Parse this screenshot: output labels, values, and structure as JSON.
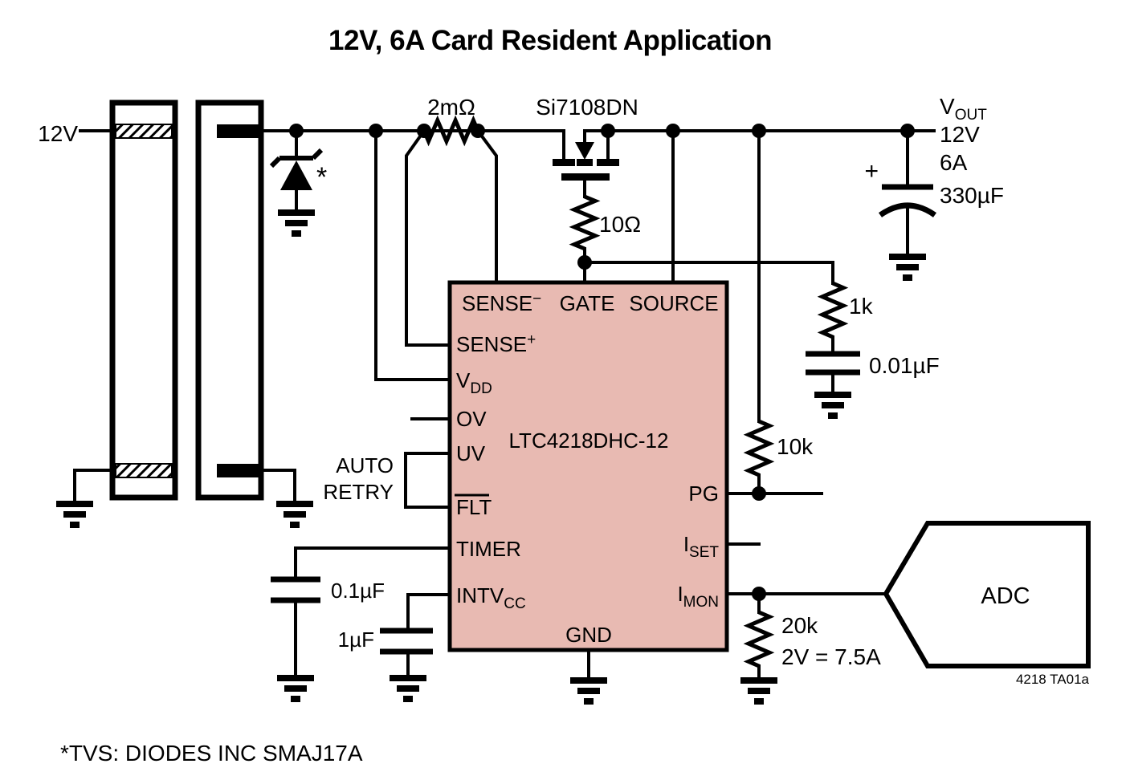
{
  "title": "12V, 6A Card Resident Application",
  "note": "*TVS: DIODES INC SMAJ17A",
  "figure_id": "4218 TA01a",
  "colors": {
    "ic_fill": "#e8bab2",
    "wire": "#000000",
    "background": "#ffffff"
  },
  "input": {
    "rail_label": "12V"
  },
  "tvs": {
    "marker": "*"
  },
  "sense_resistor": {
    "value": "2mΩ"
  },
  "mosfet": {
    "part": "Si7108DN"
  },
  "gate_resistor": {
    "value": "10Ω"
  },
  "gate_filter": {
    "resistor": "1k",
    "capacitor": "0.01µF"
  },
  "pg_resistor": {
    "value": "10k"
  },
  "imon_resistor": {
    "value": "20k",
    "scale_note": "2V = 7.5A"
  },
  "timer_capacitor": {
    "value": "0.1µF"
  },
  "intvcc_capacitor": {
    "value": "1µF"
  },
  "output": {
    "rail": {
      "base": "V",
      "sub": "OUT"
    },
    "voltage": "12V",
    "current": "6A",
    "capacitor": "330µF",
    "cap_polarity": "+"
  },
  "ic": {
    "part": "LTC4218DHC-12",
    "auto_retry": {
      "line1": "AUTO",
      "line2": "RETRY"
    },
    "pins": {
      "sense_minus": {
        "base": "SENSE",
        "sup": "−"
      },
      "gate": "GATE",
      "source": "SOURCE",
      "sense_plus": {
        "base": "SENSE",
        "sup": "+"
      },
      "vdd": {
        "base": "V",
        "sub": "DD"
      },
      "ov": "OV",
      "uv": "UV",
      "flt": "FLT",
      "timer": "TIMER",
      "intvcc": {
        "base": "INTV",
        "sub": "CC"
      },
      "pg": "PG",
      "iset": {
        "base": "I",
        "sub": "SET"
      },
      "imon": {
        "base": "I",
        "sub": "MON"
      },
      "gnd": "GND"
    }
  },
  "adc": {
    "label": "ADC"
  }
}
